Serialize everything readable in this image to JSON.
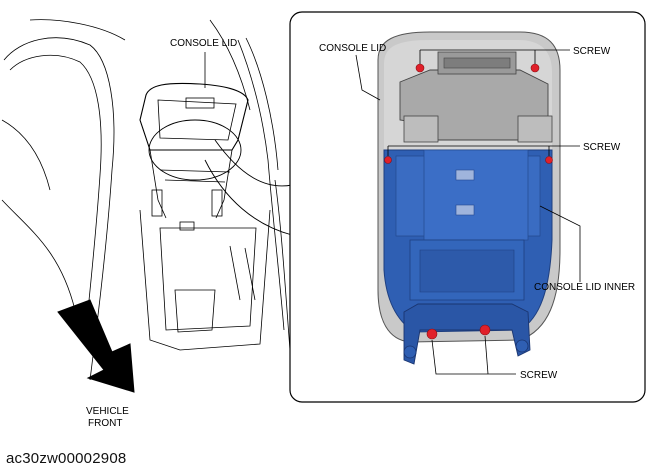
{
  "labels": {
    "console_lid_main": "CONSOLE LID",
    "console_lid_inset": "CONSOLE LID",
    "screw_top": "SCREW",
    "screw_mid": "SCREW",
    "screw_bottom": "SCREW",
    "console_lid_inner": "CONSOLE LID INNER",
    "vehicle_front_line1": "VEHICLE",
    "vehicle_front_line2": "FRONT"
  },
  "reference_code": "ac30zw00002908",
  "colors": {
    "lid_outer": "#c9c9c9",
    "lid_inner": "#2f5fb3",
    "screw": "#e0202a",
    "line": "#000000"
  }
}
